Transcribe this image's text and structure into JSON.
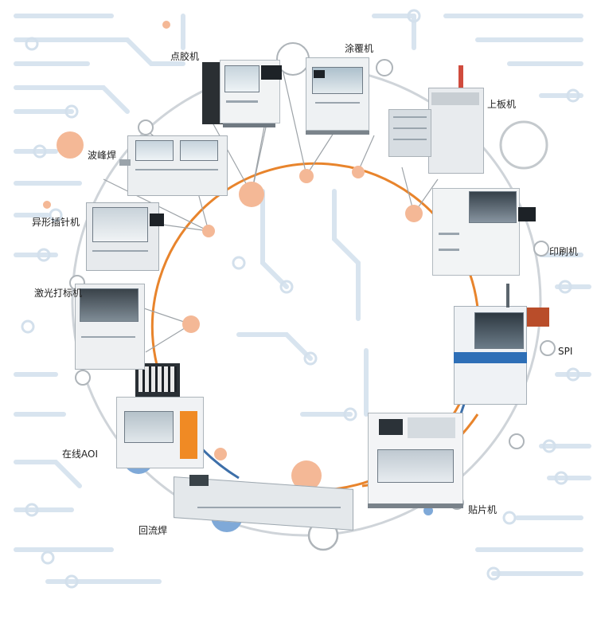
{
  "machines": [
    {
      "key": "dispenser",
      "label": "点胶机"
    },
    {
      "key": "coater",
      "label": "涂覆机"
    },
    {
      "key": "loader",
      "label": "上板机"
    },
    {
      "key": "printer",
      "label": "印刷机"
    },
    {
      "key": "spi",
      "label": "SPI"
    },
    {
      "key": "mounter",
      "label": "贴片机"
    },
    {
      "key": "reflow",
      "label": "回流焊"
    },
    {
      "key": "aoi",
      "label": "在线AOI"
    },
    {
      "key": "laser",
      "label": "激光打标机"
    },
    {
      "key": "insertion",
      "label": "异形插针机"
    },
    {
      "key": "wave",
      "label": "波峰焊"
    }
  ],
  "colors": {
    "ring_orange": "#e8842c",
    "ring_gray": "#c9ced3",
    "circuit": "#d6e3ef",
    "node_orange": "#f4b896",
    "node_blue": "#7fa9d8"
  }
}
